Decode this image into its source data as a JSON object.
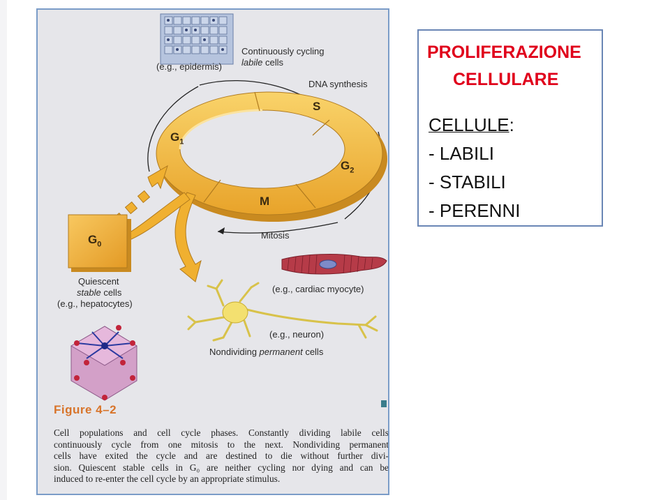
{
  "figure": {
    "labels": {
      "epidermis": "(e.g., epidermis)",
      "labile_line1": "Continuously cycling",
      "labile_line2_italic": "labile",
      "labile_line2_rest": " cells",
      "dna_synthesis": "DNA synthesis",
      "mitosis": "Mitosis",
      "quiescent_line1": "Quiescent",
      "quiescent_line2_italic": "stable",
      "quiescent_line2_rest": " cells",
      "quiescent_line3": "(e.g., hepatocytes)",
      "cardiac": "(e.g., cardiac myocyte)",
      "neuron": "(e.g., neuron)",
      "nondividing_pre": "Nondividing ",
      "nondividing_italic": "permanent",
      "nondividing_post": " cells"
    },
    "phases": {
      "s": "S",
      "g1_main": "G",
      "g1_sub": "1",
      "g2_main": "G",
      "g2_sub": "2",
      "m": "M",
      "g0_main": "G",
      "g0_sub": "0"
    },
    "figure_label": "Figure 4–2",
    "caption_lines": [
      "Cell populations and cell cycle phases. Constantly dividing labile cells",
      "continuously cycle from one mitosis to the next. Nondividing permanent",
      "cells have exited the cycle and are destined to die without further divi-",
      "sion. Quiescent stable cells in G₀ are neither cycling nor dying and can be",
      "induced to re-enter the cell cycle by an appropriate stimulus."
    ],
    "colors": {
      "ring": "#f0b030",
      "ring_light": "#f8d070",
      "ring_shadow": "#c98a20",
      "panel_bg": "#e6e6ea",
      "figure_label": "#d8742a"
    }
  },
  "textbox": {
    "title_line1": "PROLIFERAZIONE",
    "title_line2": "CELLULARE",
    "heading_word": "CELLULE",
    "heading_colon": ":",
    "items": [
      "- LABILI",
      "- STABILI",
      "- PERENNI"
    ]
  }
}
